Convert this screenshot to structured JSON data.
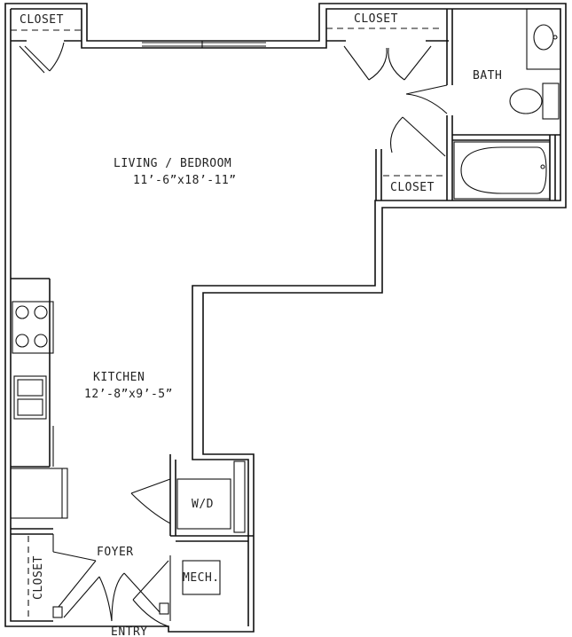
{
  "rooms": {
    "closet_top_left": "CLOSET",
    "closet_top_right": "CLOSET",
    "bath": "BATH",
    "closet_mid": "CLOSET",
    "living": "LIVING / BEDROOM",
    "living_dim": "11’-6”x18’-11”",
    "kitchen": "KITCHEN",
    "kitchen_dim": "12’-8”x9’-5”",
    "wd": "W/D",
    "foyer": "FOYER",
    "mech": "MECH.",
    "closet_foyer": "CLOSET",
    "entry": "ENTRY"
  }
}
